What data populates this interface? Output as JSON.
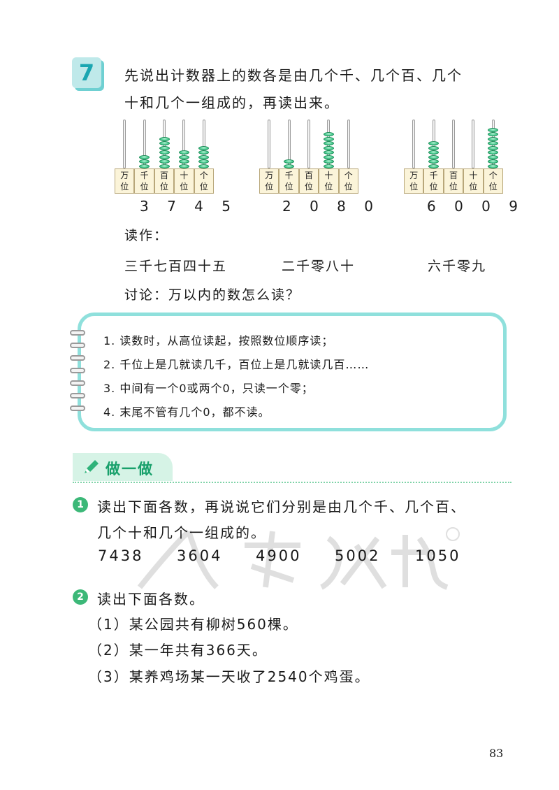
{
  "problem": {
    "number": "7",
    "line1": "先说出计数器上的数各是由几个千、几个百、几个",
    "line2": "十和几个一组成的，再读出来。"
  },
  "abacus": {
    "place_labels": [
      {
        "top": "万",
        "bottom": "位"
      },
      {
        "top": "千",
        "bottom": "位"
      },
      {
        "top": "百",
        "bottom": "位"
      },
      {
        "top": "十",
        "bottom": "位"
      },
      {
        "top": "个",
        "bottom": "位"
      }
    ],
    "counters": [
      {
        "digits": "3 7 4 5",
        "beads": [
          0,
          3,
          7,
          4,
          5
        ]
      },
      {
        "digits": "2 0 8 0",
        "beads": [
          0,
          2,
          0,
          8,
          0
        ]
      },
      {
        "digits": "6 0 0 9",
        "beads": [
          0,
          6,
          0,
          0,
          9
        ]
      }
    ]
  },
  "reading": {
    "label": "读作：",
    "values": [
      "三千七百四十五",
      "二千零八十",
      "六千零九"
    ],
    "discussion": "讨论：万以内的数怎么读？"
  },
  "rules": [
    "1. 读数时，从高位读起，按照数位顺序读；",
    "2. 千位上是几就读几千，百位上是几就读几百……",
    "3. 中间有一个0或两个0，只读一个零；",
    "4. 末尾不管有几个0，都不读。"
  ],
  "do_it": {
    "title": "做一做",
    "ex1": {
      "num": "1",
      "line1": "读出下面各数，再说说它们分别是由几个千、几个百、",
      "line2": "几个十和几个一组成的。",
      "numbers": [
        "7438",
        "3604",
        "4900",
        "5002",
        "1050"
      ]
    },
    "ex2": {
      "num": "2",
      "title": "读出下面各数。",
      "items": [
        "（1）某公园共有柳树560棵。",
        "（2）某一年共有366天。",
        "（3）某养鸡场某一天收了2540个鸡蛋。"
      ]
    }
  },
  "watermark": "人教版",
  "page_number": "83",
  "colors": {
    "teal": "#1aa6b1",
    "bead_green": "#3cb878",
    "note_border": "#8fe0dc"
  }
}
